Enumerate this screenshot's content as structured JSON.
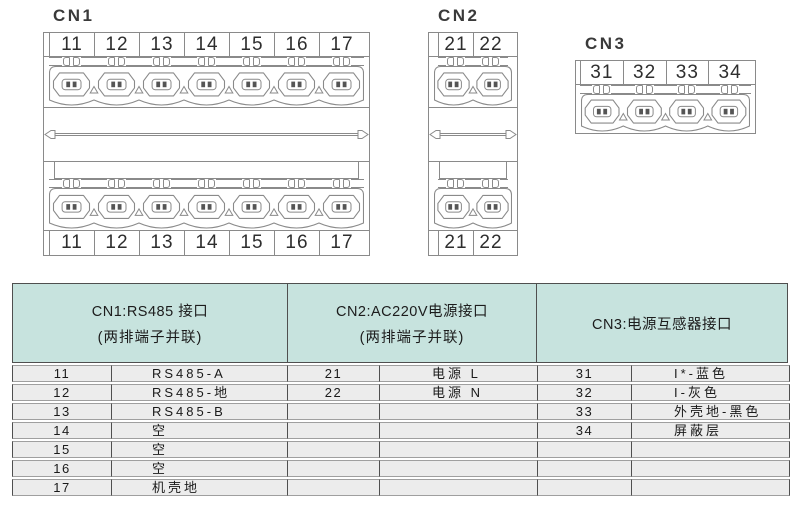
{
  "colors": {
    "header_bg": "#c7e3de",
    "row_bg": "#ececec",
    "border_dark": "#4f4f4f",
    "border_light": "#9f9f9f",
    "diagram_line": "#8a8a8a"
  },
  "connectors": [
    {
      "name": "CN1",
      "pins": [
        "11",
        "12",
        "13",
        "14",
        "15",
        "16",
        "17"
      ],
      "double_row": true
    },
    {
      "name": "CN2",
      "pins": [
        "21",
        "22"
      ],
      "double_row": true
    },
    {
      "name": "CN3",
      "pins": [
        "31",
        "32",
        "33",
        "34"
      ],
      "double_row": false
    }
  ],
  "table": {
    "headers": [
      {
        "title": "CN1:RS485 接口",
        "subtitle": "(两排端子并联)"
      },
      {
        "title": "CN2:AC220V电源接口",
        "subtitle": "(两排端子并联)"
      },
      {
        "title": "CN3:电源互感器接口",
        "subtitle": ""
      }
    ],
    "rows": [
      [
        "11",
        "RS485-A",
        "21",
        "电源 L",
        "31",
        "I*-蓝色"
      ],
      [
        "12",
        "RS485-地",
        "22",
        "电源 N",
        "32",
        "I-灰色"
      ],
      [
        "13",
        "RS485-B",
        "",
        "",
        "33",
        "外壳地-黑色"
      ],
      [
        "14",
        "空",
        "",
        "",
        "34",
        "屏蔽层"
      ],
      [
        "15",
        "空",
        "",
        "",
        "",
        ""
      ],
      [
        "16",
        "空",
        "",
        "",
        "",
        ""
      ],
      [
        "17",
        "机壳地",
        "",
        "",
        "",
        ""
      ]
    ]
  }
}
